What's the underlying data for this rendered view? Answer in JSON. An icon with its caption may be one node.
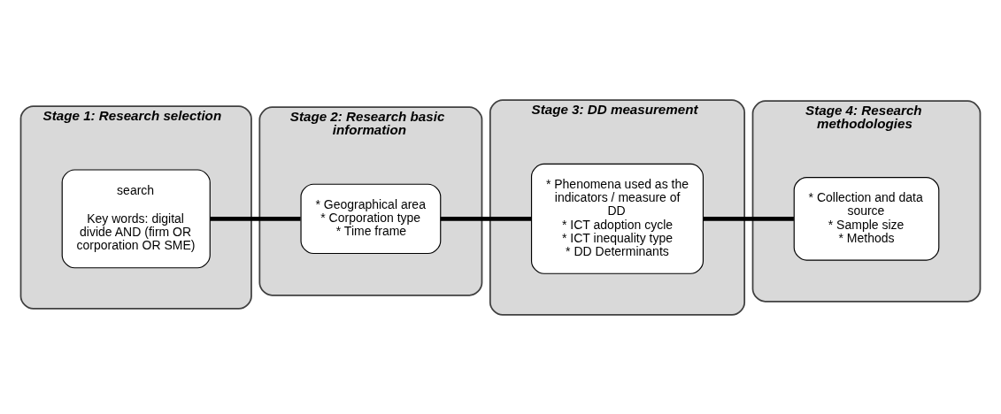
{
  "diagram": {
    "nodes": [
      {
        "text": [
          "Stage 1: Research selection"
        ]
      },
      {
        "text": [
          "search",
          "Key words: digital divide AND (firm OR corporation OR SME)"
        ],
        "in": 0
      },
      {
        "text": [
          "Stage 2: Research basic information"
        ]
      },
      {
        "text": [
          "* Geographical area",
          "* Corporation type",
          "* Time frame"
        ],
        "in": 2
      },
      {
        "text": [
          "Stage 3: DD measurement"
        ]
      },
      {
        "text": [
          "* Phenomena used as the indicators / measure of DD",
          "* ICT adoption cycle",
          "* ICT inequality type",
          "* DD Determinants"
        ],
        "in": 4
      },
      {
        "text": [
          "Stage 4: Research methodologies"
        ]
      },
      {
        "text": [
          "* Collection and data source",
          "* Sample size",
          "* Methods"
        ],
        "in": 6
      }
    ],
    "edges": [
      {
        "from": 1,
        "to": 3,
        "arrow": "none"
      },
      {
        "from": 3,
        "to": 5,
        "arrow": "none"
      },
      {
        "from": 5,
        "to": 7,
        "arrow": "none"
      }
    ]
  }
}
